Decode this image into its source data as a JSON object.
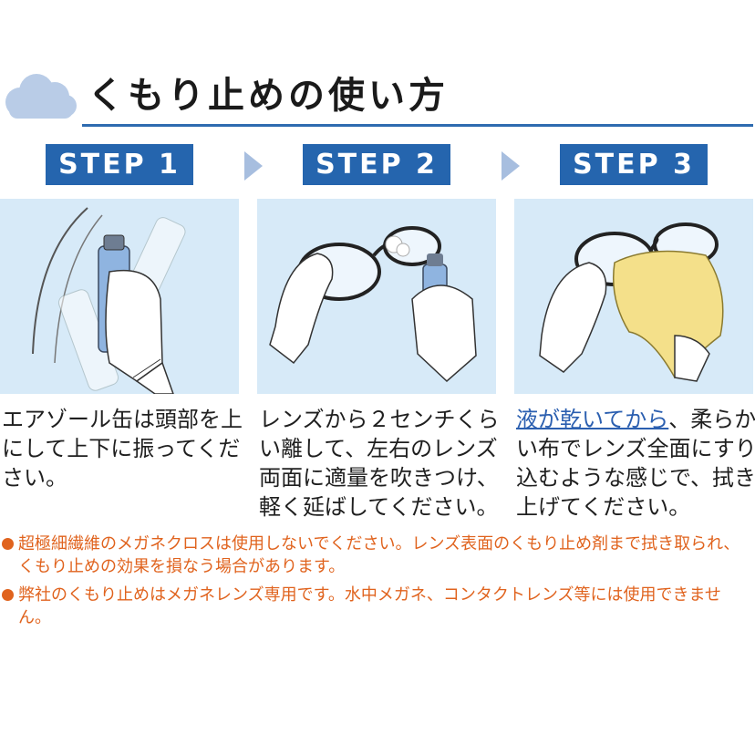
{
  "header": {
    "title": "くもり止めの使い方"
  },
  "steps": [
    {
      "label": "STEP 1",
      "text": "エアゾール缶は頭部を上にして上下に振ってください。"
    },
    {
      "label": "STEP 2",
      "text": "レンズから２センチくらい離して、左右のレンズ両面に適量を吹きつけ、軽く延ばしてください。"
    },
    {
      "label": "STEP 3",
      "highlight": "液が乾いてから",
      "text": "、柔らかい布でレンズ全面にすり込むような感じで、拭き上げてください。"
    }
  ],
  "notes": [
    "超極細繊維のメガネクロスは使用しないでください。レンズ表面のくもり止め剤まで拭き取られ、くもり止めの効果を損なう場合があります。",
    "弊社のくもり止めはメガネレンズ専用です。水中メガネ、コンタクトレンズ等には使用できません。"
  ],
  "colors": {
    "step_badge": "#2565ae",
    "title_rule": "#2e6bb0",
    "panel_bg": "#d7eaf8",
    "note_text": "#e0631e",
    "highlight": "#2b5fb0",
    "cloth": "#f4e08a"
  },
  "icons": [
    "cloud-icon",
    "chevron-right-icon"
  ]
}
